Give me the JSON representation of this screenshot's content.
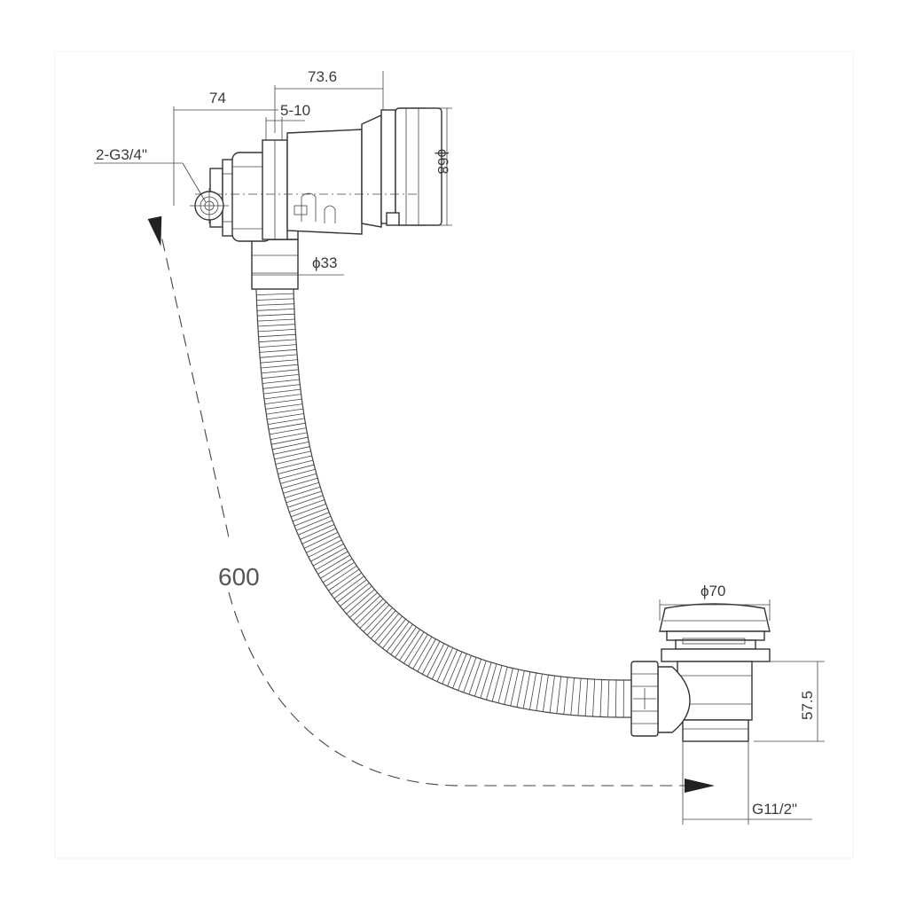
{
  "drawing": {
    "dimensions": {
      "overall_depth": "73.6",
      "body_length": "74",
      "wall_range": "5-10",
      "inlet_thread": "2-G3/4\"",
      "handle_diameter": "ϕ68",
      "hose_diameter": "ϕ33",
      "hose_length": "600",
      "plug_diameter": "ϕ70",
      "waste_height": "57.5",
      "outlet_thread": "G11/2\""
    }
  }
}
